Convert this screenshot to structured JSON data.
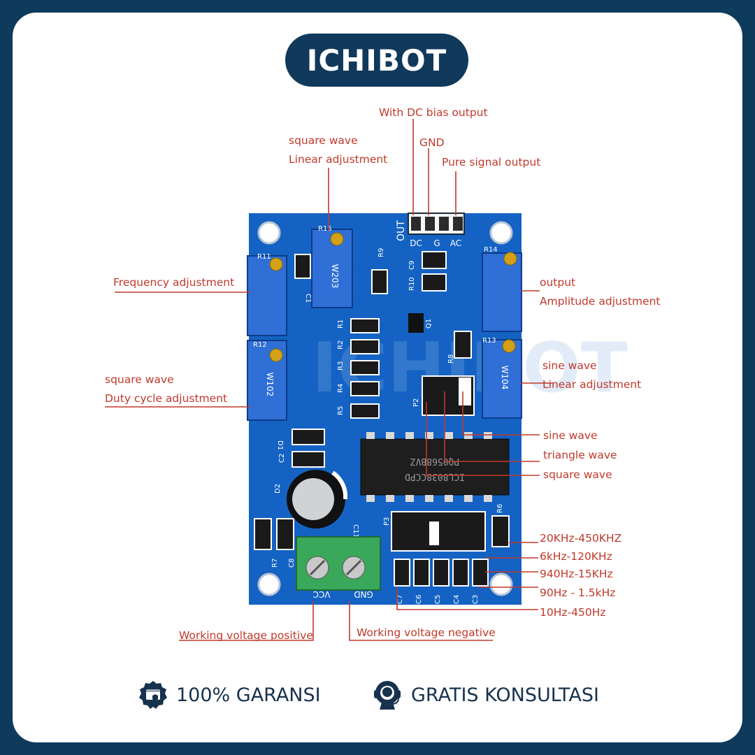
{
  "brand": {
    "name": "ICHIBOT"
  },
  "board": {
    "watermark": "ICHIBOT",
    "header_label": "OUT",
    "pins": [
      "DC",
      "G",
      "AC"
    ],
    "components": {
      "r15": "R15",
      "r9": "R9",
      "c9": "C9",
      "r10": "R10",
      "c1": "C1",
      "q1": "Q1",
      "r11": "R11",
      "r14": "R14",
      "r12": "R12",
      "r13": "R13",
      "r8": "R8",
      "r1": "R1",
      "r2": "R2",
      "r3": "R3",
      "r4": "R4",
      "r5": "R5",
      "p2": "P2",
      "p3": "P3",
      "d1": "D1",
      "c2": "C2",
      "c8": "C8",
      "r7": "R7",
      "r6": "R6",
      "c11": "C11",
      "d2": "D2",
      "c7": "C7",
      "c6": "C6",
      "c5": "C5",
      "c4": "C4",
      "c3": "C3",
      "pot_code_1": "W203",
      "pot_code_2": "W104",
      "pot_code_3": "W102",
      "ic_line_1": "ICL8038CCPD",
      "ic_line_2": "PQ0568BVZ",
      "terminal_vcc": "VCC",
      "terminal_gnd": "GND"
    }
  },
  "labels": {
    "dc_bias": "With DC bias output",
    "gnd": "GND",
    "pure_signal": "Pure signal output",
    "square_linear_1": "square wave",
    "square_linear_2": "Linear adjustment",
    "frequency": "Frequency adjustment",
    "output_1": "output",
    "output_2": "Amplitude adjustment",
    "sine_linear_1": "sine wave",
    "sine_linear_2": "Linear adjustment",
    "duty_1": "square wave",
    "duty_2": "Duty cycle adjustment",
    "sine_out": "sine wave",
    "triangle_out": "triangle wave",
    "square_out": "square wave",
    "range_1": "20KHz-450KHZ",
    "range_2": "6kHz-120KHz",
    "range_3": "940Hz-15KHz",
    "range_4": "90Hz - 1.5kHz",
    "range_5": "10Hz-450Hz",
    "vcc_label": "Working voltage positive",
    "gnd_label": "Working voltage negative"
  },
  "footer": {
    "warranty": "100% GARANSI",
    "consult": "GRATIS KONSULTASI"
  },
  "colors": {
    "frame": "#0e3a5c",
    "pcb": "#1565c0",
    "callout": "#c0392b",
    "pot": "#2f6fd6"
  },
  "icons": [
    "warranty-badge-icon",
    "headset-icon"
  ]
}
